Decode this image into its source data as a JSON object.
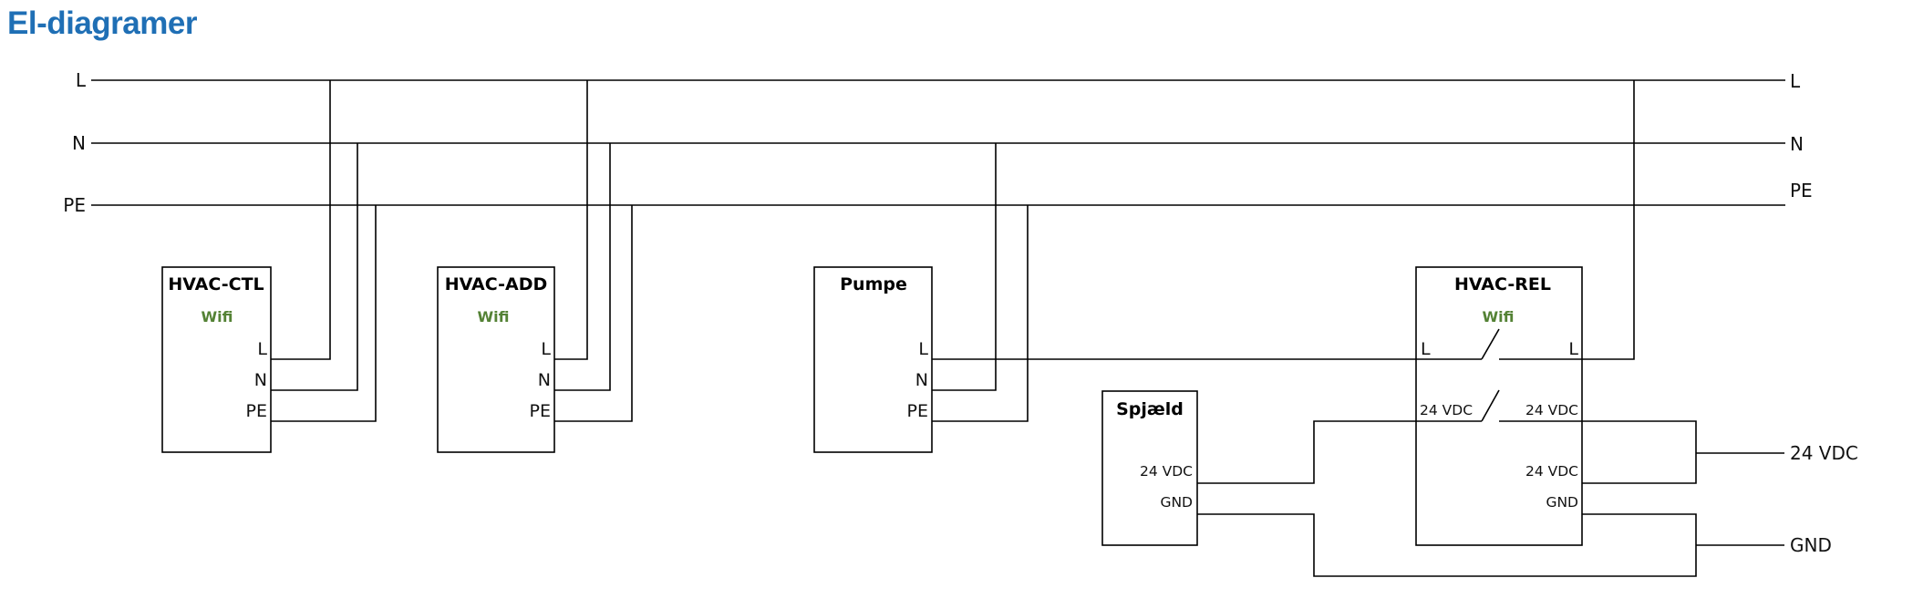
{
  "title": "El-diagramer",
  "colors": {
    "title": "#1f6fb5",
    "wifi": "#548235",
    "wire": "#000000"
  },
  "buses": {
    "left": [
      "L",
      "N",
      "PE"
    ],
    "right": [
      "L",
      "N",
      "PE"
    ]
  },
  "devices": [
    {
      "id": "hvac-ctl",
      "name": "HVAC-CTL",
      "wifi": "Wifi",
      "pins": [
        "L",
        "N",
        "PE"
      ]
    },
    {
      "id": "hvac-add",
      "name": "HVAC-ADD",
      "wifi": "Wifi",
      "pins": [
        "L",
        "N",
        "PE"
      ]
    },
    {
      "id": "pumpe",
      "name": "Pumpe",
      "pins": [
        "L",
        "N",
        "PE"
      ]
    },
    {
      "id": "spjaeld",
      "name": "Spjæld",
      "pins": [
        "24 VDC",
        "GND"
      ]
    },
    {
      "id": "hvac-rel",
      "name": "HVAC-REL",
      "wifi": "Wifi",
      "pins": {
        "l_in": "L",
        "l_out": "L",
        "vdc_in": "24 VDC",
        "vdc_out": "24 VDC",
        "vdc_supply": "24 VDC",
        "gnd": "GND"
      }
    }
  ],
  "outputs": {
    "vdc": "24 VDC",
    "gnd": "GND"
  }
}
